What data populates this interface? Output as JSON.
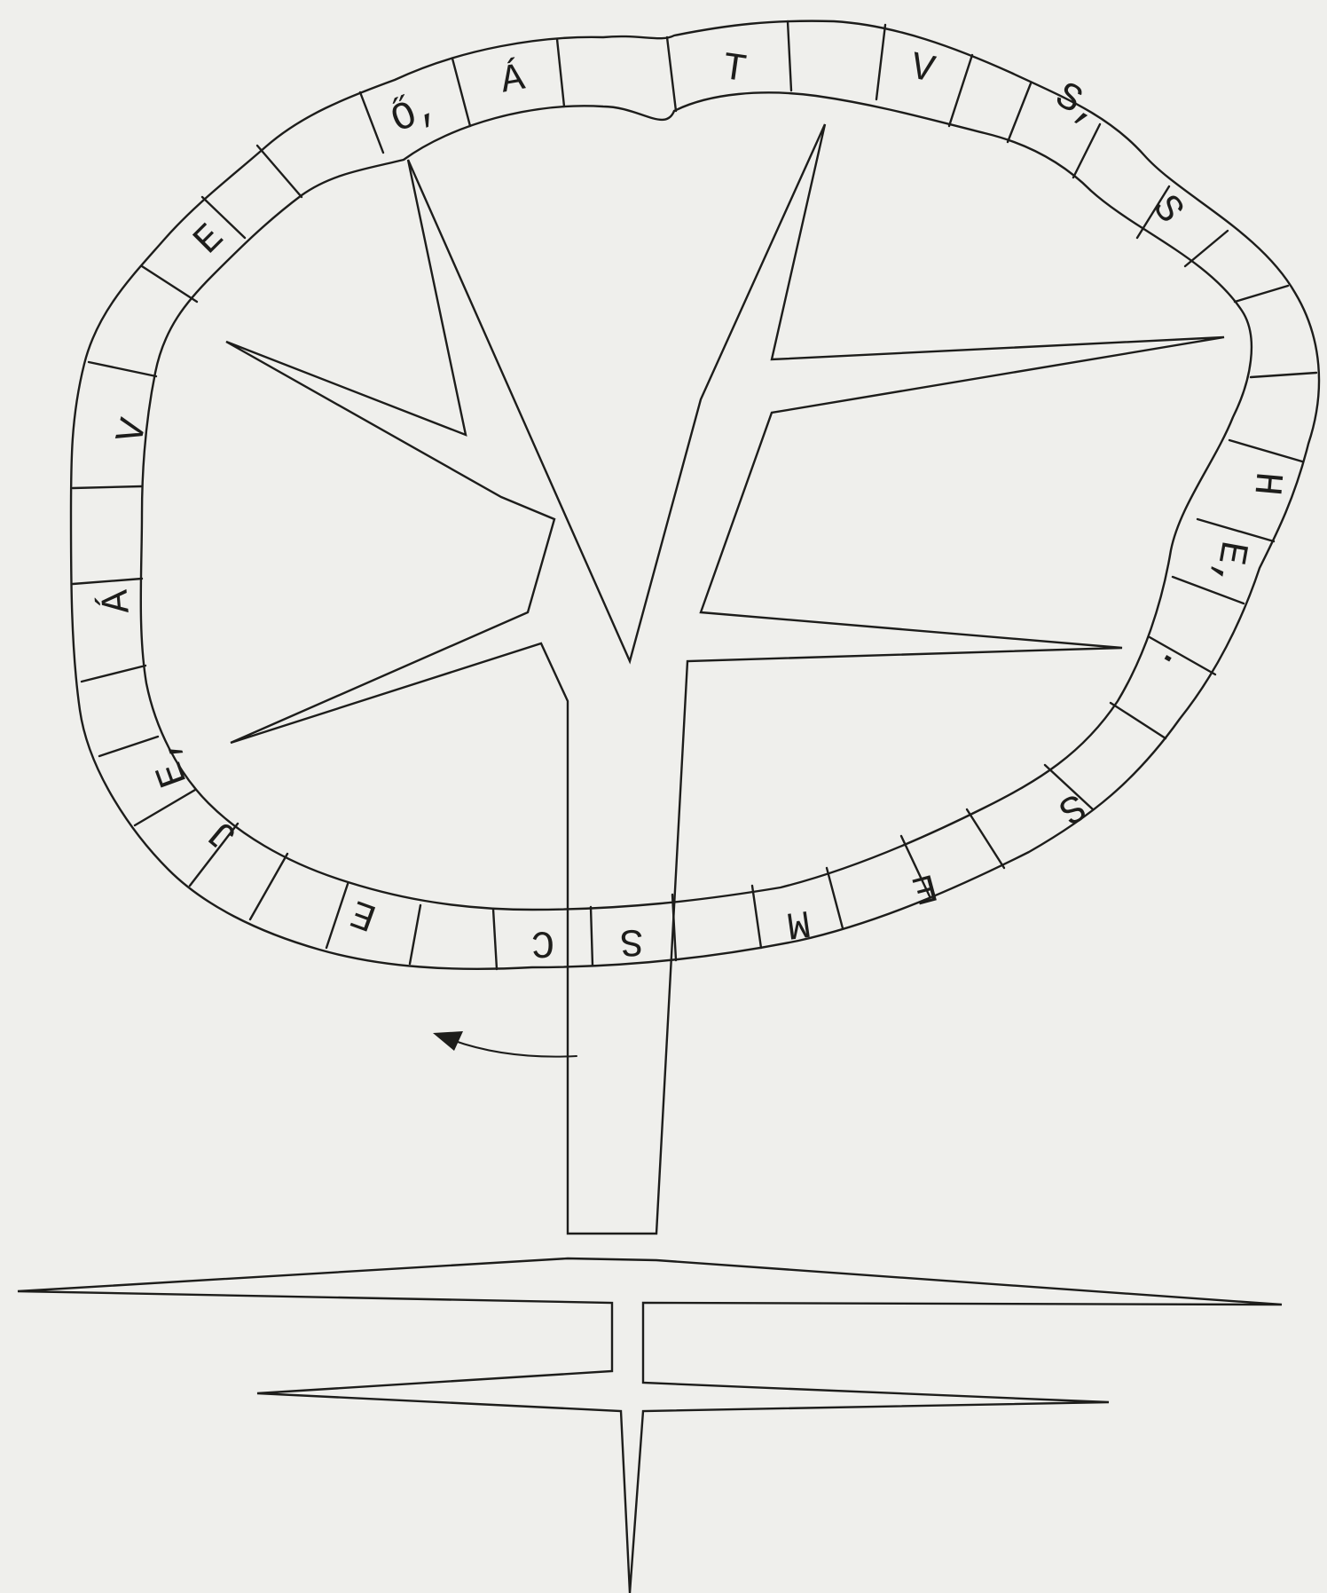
{
  "ring": {
    "cells": [
      {
        "text": "Ő,"
      },
      {
        "text": "Á"
      },
      {
        "text": ""
      },
      {
        "text": "T"
      },
      {
        "text": ""
      },
      {
        "text": "V"
      },
      {
        "text": ""
      },
      {
        "text": "S,"
      },
      {
        "text": ""
      },
      {
        "text": "S"
      },
      {
        "text": ""
      },
      {
        "text": ""
      },
      {
        "text": ""
      },
      {
        "text": "H"
      },
      {
        "text": "E,"
      },
      {
        "text": ""
      },
      {
        "text": "."
      },
      {
        "text": "S"
      },
      {
        "text": ""
      },
      {
        "text": "E"
      },
      {
        "text": "M"
      },
      {
        "text": ""
      },
      {
        "text": "S"
      },
      {
        "text": "C"
      },
      {
        "text": ""
      },
      {
        "text": "E"
      },
      {
        "text": ""
      },
      {
        "text": "J"
      },
      {
        "text": "E,"
      },
      {
        "text": ""
      },
      {
        "text": "Á"
      },
      {
        "text": ""
      },
      {
        "text": "V"
      },
      {
        "text": ""
      },
      {
        "text": "E"
      },
      {
        "text": ""
      },
      {
        "text": ""
      },
      {
        "text": ""
      }
    ]
  },
  "colors": {
    "paper": "#efefec",
    "ink": "#1d1d1b"
  },
  "icons": {
    "direction_arrow": "arrow-counterclockwise-icon"
  }
}
